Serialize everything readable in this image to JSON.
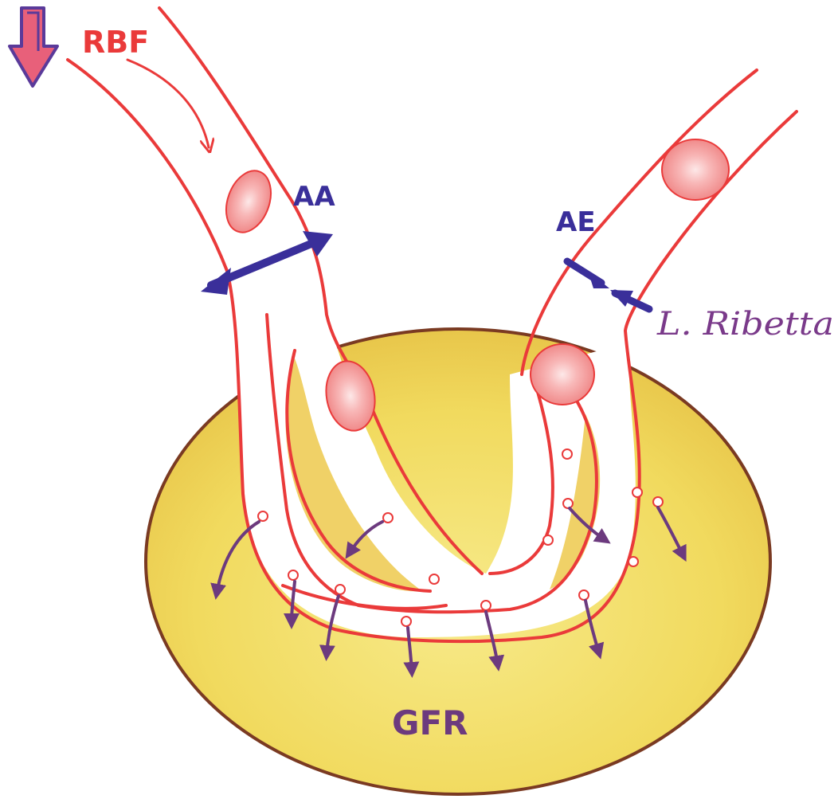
{
  "labels": {
    "rbf": "RBF",
    "aa": "AA",
    "ae": "AE",
    "gfr": "GFR"
  },
  "signature": "L. Ribetta",
  "colors": {
    "vessel_outline": "#ea3a3a",
    "red_cell_fill": "#f6a3a3",
    "red_cell_core": "#fbe6e6",
    "capsule_fill": "#f3df6a",
    "capsule_fill_dark": "#e9c244",
    "capsule_outline": "#7a3a22",
    "constriction": "#3a2f9a",
    "filtrate_arrow": "#6c3a7e",
    "rbf_arrow_fill": "#e8607a",
    "rbf_arrow_outline": "#5a3a9a",
    "signature_ink": "#7a3a8a"
  },
  "icons": {
    "flow_decrease": "down-arrow-icon",
    "constriction_aa": "double-arrow-icon",
    "constriction_ae": "double-arrow-icon"
  }
}
